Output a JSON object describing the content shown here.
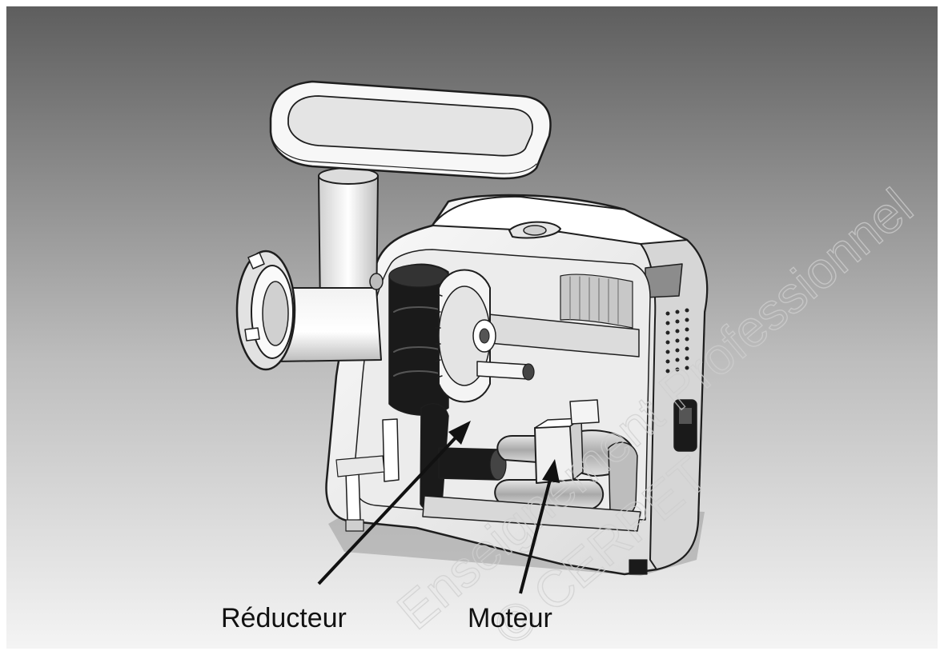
{
  "labels": {
    "reducer": "Réducteur",
    "motor": "Moteur"
  },
  "watermark": {
    "line_1": "Enseignement Professionnel",
    "line_2": "© CERPET"
  },
  "colors": {
    "background_top": "#5e5e5e",
    "background_bottom": "#f4f4f4",
    "housing_fill": "#f2f2f2",
    "gear_dark": "#1a1a1a",
    "outline": "#1e1e1e",
    "arrow": "#111111"
  },
  "icons": {
    "arrow_reducer": "arrow-up-right-icon",
    "arrow_motor": "arrow-up-icon"
  }
}
